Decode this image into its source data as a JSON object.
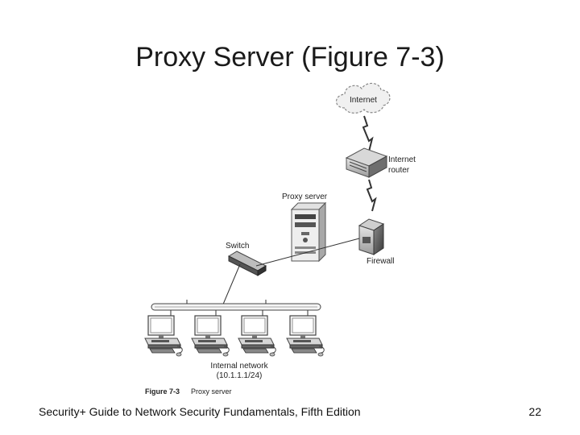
{
  "slide": {
    "title": "Proxy Server (Figure 7-3)",
    "footer_text": "Security+ Guide to Network Security Fundamentals, Fifth Edition",
    "page_number": "22"
  },
  "diagram": {
    "labels": {
      "internet": "Internet",
      "router_line1": "Internet",
      "router_line2": "router",
      "proxy": "Proxy server",
      "switch": "Switch",
      "firewall": "Firewall",
      "network_line1": "Internal network",
      "network_line2": "(10.1.1.1/24)"
    },
    "caption": {
      "number": "Figure 7-3",
      "text": "Proxy server"
    }
  }
}
